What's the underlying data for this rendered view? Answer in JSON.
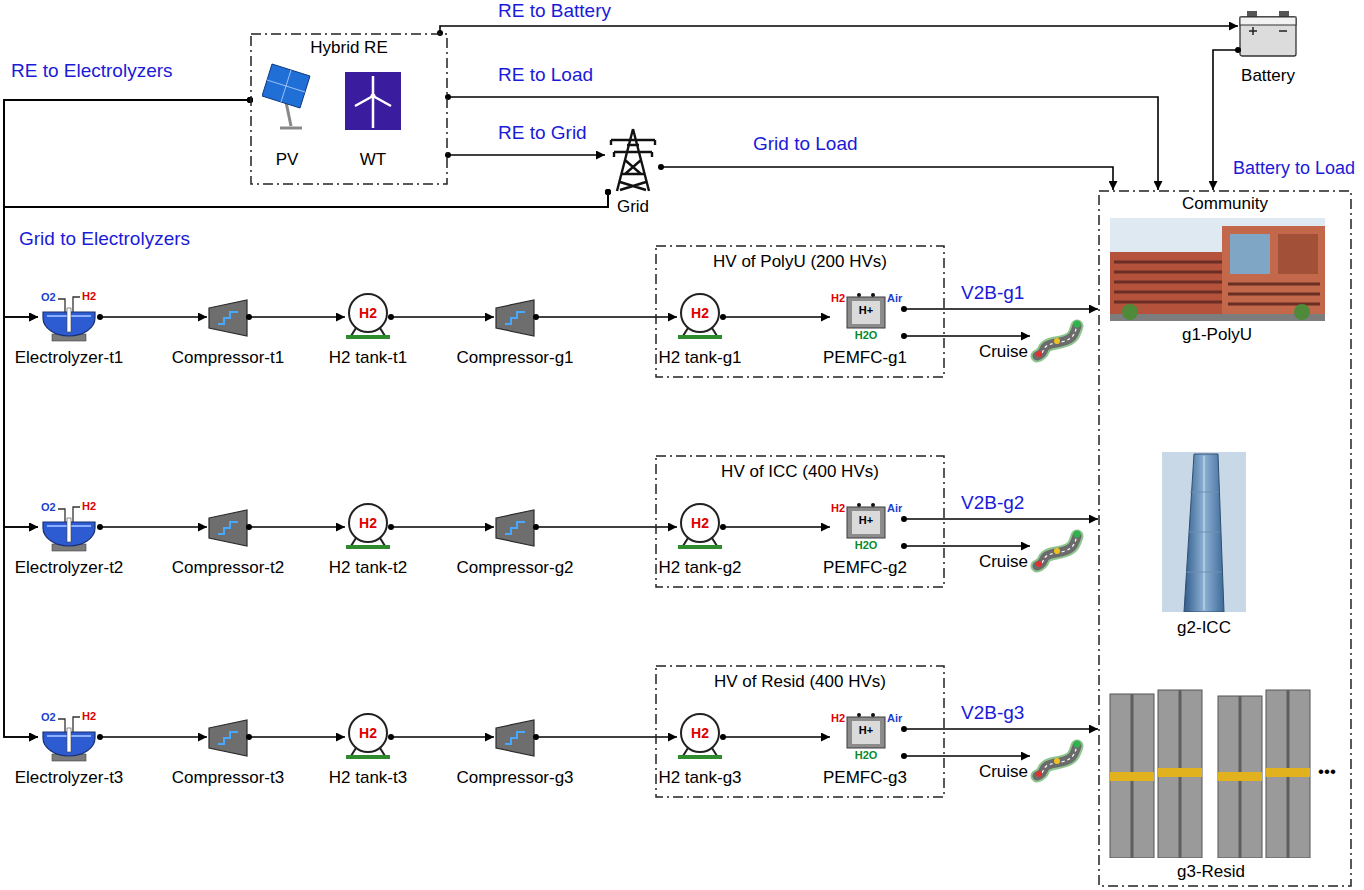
{
  "diagram": {
    "nodes": [
      {
        "text": [
          "Hybrid RE"
        ]
      },
      {
        "text": [
          "PV"
        ],
        "in": 0
      },
      {
        "text": [
          "WT"
        ],
        "in": 0
      },
      {
        "text": [
          "Battery"
        ]
      },
      {
        "text": [
          "Grid"
        ]
      },
      {
        "text": [
          "O2",
          "H2",
          "Electrolyzer-t1"
        ]
      },
      {
        "text": [
          "Compressor-t1"
        ]
      },
      {
        "text": [
          "H2",
          "H2 tank-t1"
        ]
      },
      {
        "text": [
          "Compressor-g1"
        ]
      },
      {
        "text": [
          "HV of PolyU (200 HVs)"
        ]
      },
      {
        "text": [
          "H2",
          "H2 tank-g1"
        ],
        "in": 9
      },
      {
        "text": [
          "H2",
          "H+",
          "Air",
          "H2O",
          "PEMFC-g1"
        ],
        "in": 9
      },
      {
        "text": [
          "Cruise"
        ]
      },
      {
        "text": [
          "O2",
          "H2",
          "Electrolyzer-t2"
        ]
      },
      {
        "text": [
          "Compressor-t2"
        ]
      },
      {
        "text": [
          "H2",
          "H2 tank-t2"
        ]
      },
      {
        "text": [
          "Compressor-g2"
        ]
      },
      {
        "text": [
          "HV of ICC (400 HVs)"
        ]
      },
      {
        "text": [
          "H2",
          "H2 tank-g2"
        ],
        "in": 17
      },
      {
        "text": [
          "H2",
          "H+",
          "Air",
          "H2O",
          "PEMFC-g2"
        ],
        "in": 17
      },
      {
        "text": [
          "Cruise"
        ]
      },
      {
        "text": [
          "O2",
          "H2",
          "Electrolyzer-t3"
        ]
      },
      {
        "text": [
          "Compressor-t3"
        ]
      },
      {
        "text": [
          "H2",
          "H2 tank-t3"
        ]
      },
      {
        "text": [
          "Compressor-g3"
        ]
      },
      {
        "text": [
          "HV of Resid (400 HVs)"
        ]
      },
      {
        "text": [
          "H2",
          "H2 tank-g3"
        ],
        "in": 25
      },
      {
        "text": [
          "H2",
          "H+",
          "Air",
          "H2O",
          "PEMFC-g3"
        ],
        "in": 25
      },
      {
        "text": [
          "Cruise"
        ]
      },
      {
        "text": [
          "Community"
        ]
      },
      {
        "text": [
          "g1-PolyU"
        ],
        "in": 29
      },
      {
        "text": [
          "g2-ICC"
        ],
        "in": 29
      },
      {
        "text": [
          "g3-Resid"
        ],
        "in": 29
      }
    ],
    "edges": [
      {
        "from": 0,
        "to": 3,
        "label": "RE to Battery",
        "arrow": "to"
      },
      {
        "from": 0,
        "to": 29,
        "label": "RE to Load",
        "arrow": "to"
      },
      {
        "from": 0,
        "to": 4,
        "label": "RE to Grid",
        "arrow": "to"
      },
      {
        "from": 4,
        "to": 29,
        "label": "Grid to Load",
        "arrow": "to"
      },
      {
        "from": 3,
        "to": 29,
        "label": "Battery to Load",
        "arrow": "to"
      },
      {
        "from": 0,
        "to": 5,
        "label": "RE to Electrolyzers",
        "arrow": "to"
      },
      {
        "from": 0,
        "to": 13,
        "arrow": "to"
      },
      {
        "from": 0,
        "to": 21,
        "arrow": "to"
      },
      {
        "from": 4,
        "to": 5,
        "label": "Grid to Electrolyzers",
        "arrow": "to"
      },
      {
        "from": 4,
        "to": 13,
        "arrow": "to"
      },
      {
        "from": 4,
        "to": 21,
        "arrow": "to"
      },
      {
        "from": 5,
        "to": 6,
        "arrow": "to"
      },
      {
        "from": 6,
        "to": 7,
        "arrow": "to"
      },
      {
        "from": 7,
        "to": 8,
        "arrow": "to"
      },
      {
        "from": 8,
        "to": 10,
        "arrow": "to"
      },
      {
        "from": 10,
        "to": 11,
        "arrow": "to"
      },
      {
        "from": 11,
        "to": 29,
        "label": "V2B-g1",
        "arrow": "to"
      },
      {
        "from": 11,
        "to": 12,
        "arrow": "to"
      },
      {
        "from": 13,
        "to": 14,
        "arrow": "to"
      },
      {
        "from": 14,
        "to": 15,
        "arrow": "to"
      },
      {
        "from": 15,
        "to": 16,
        "arrow": "to"
      },
      {
        "from": 16,
        "to": 18,
        "arrow": "to"
      },
      {
        "from": 18,
        "to": 19,
        "arrow": "to"
      },
      {
        "from": 19,
        "to": 29,
        "label": "V2B-g2",
        "arrow": "to"
      },
      {
        "from": 19,
        "to": 20,
        "arrow": "to"
      },
      {
        "from": 21,
        "to": 22,
        "arrow": "to"
      },
      {
        "from": 22,
        "to": 23,
        "arrow": "to"
      },
      {
        "from": 23,
        "to": 24,
        "arrow": "to"
      },
      {
        "from": 24,
        "to": 26,
        "arrow": "to"
      },
      {
        "from": 26,
        "to": 27,
        "arrow": "to"
      },
      {
        "from": 27,
        "to": 29,
        "label": "V2B-g3",
        "arrow": "to"
      },
      {
        "from": 27,
        "to": 28,
        "arrow": "to"
      }
    ],
    "labels": [
      "•••"
    ]
  }
}
